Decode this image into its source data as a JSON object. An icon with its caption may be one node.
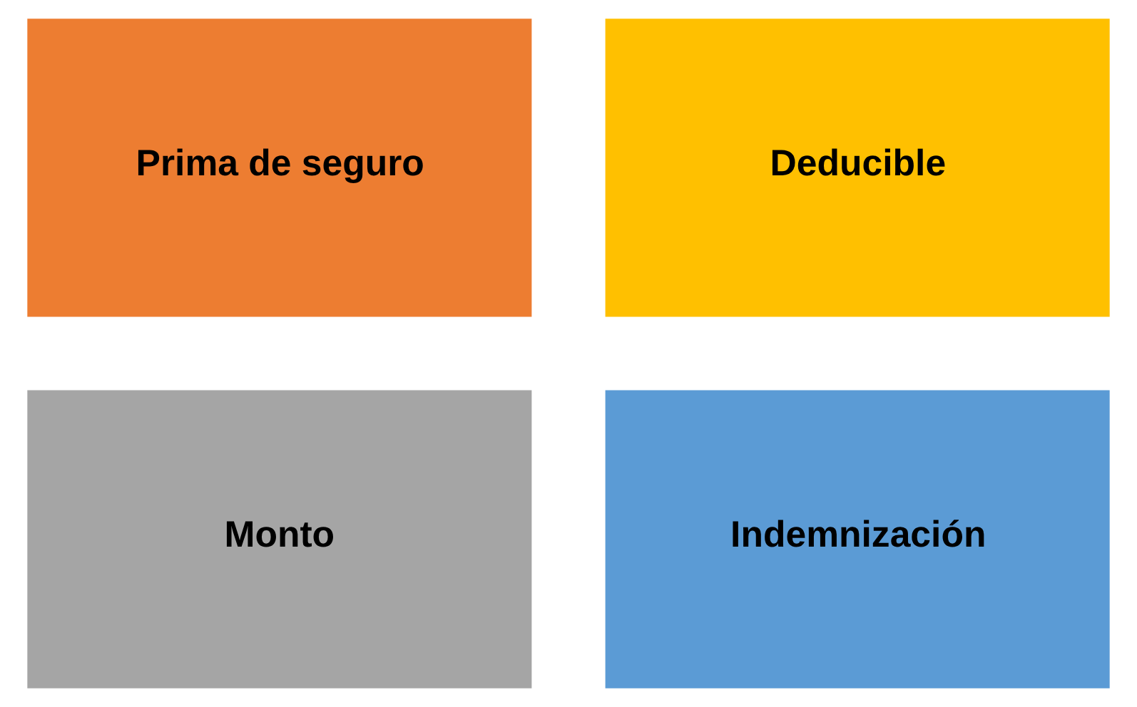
{
  "diagram": {
    "nodes": [
      {
        "text": [
          "Prima de seguro"
        ]
      },
      {
        "text": [
          "Monto"
        ]
      },
      {
        "text": [
          "Deducible"
        ]
      },
      {
        "text": [
          "Indemnización"
        ]
      }
    ]
  }
}
